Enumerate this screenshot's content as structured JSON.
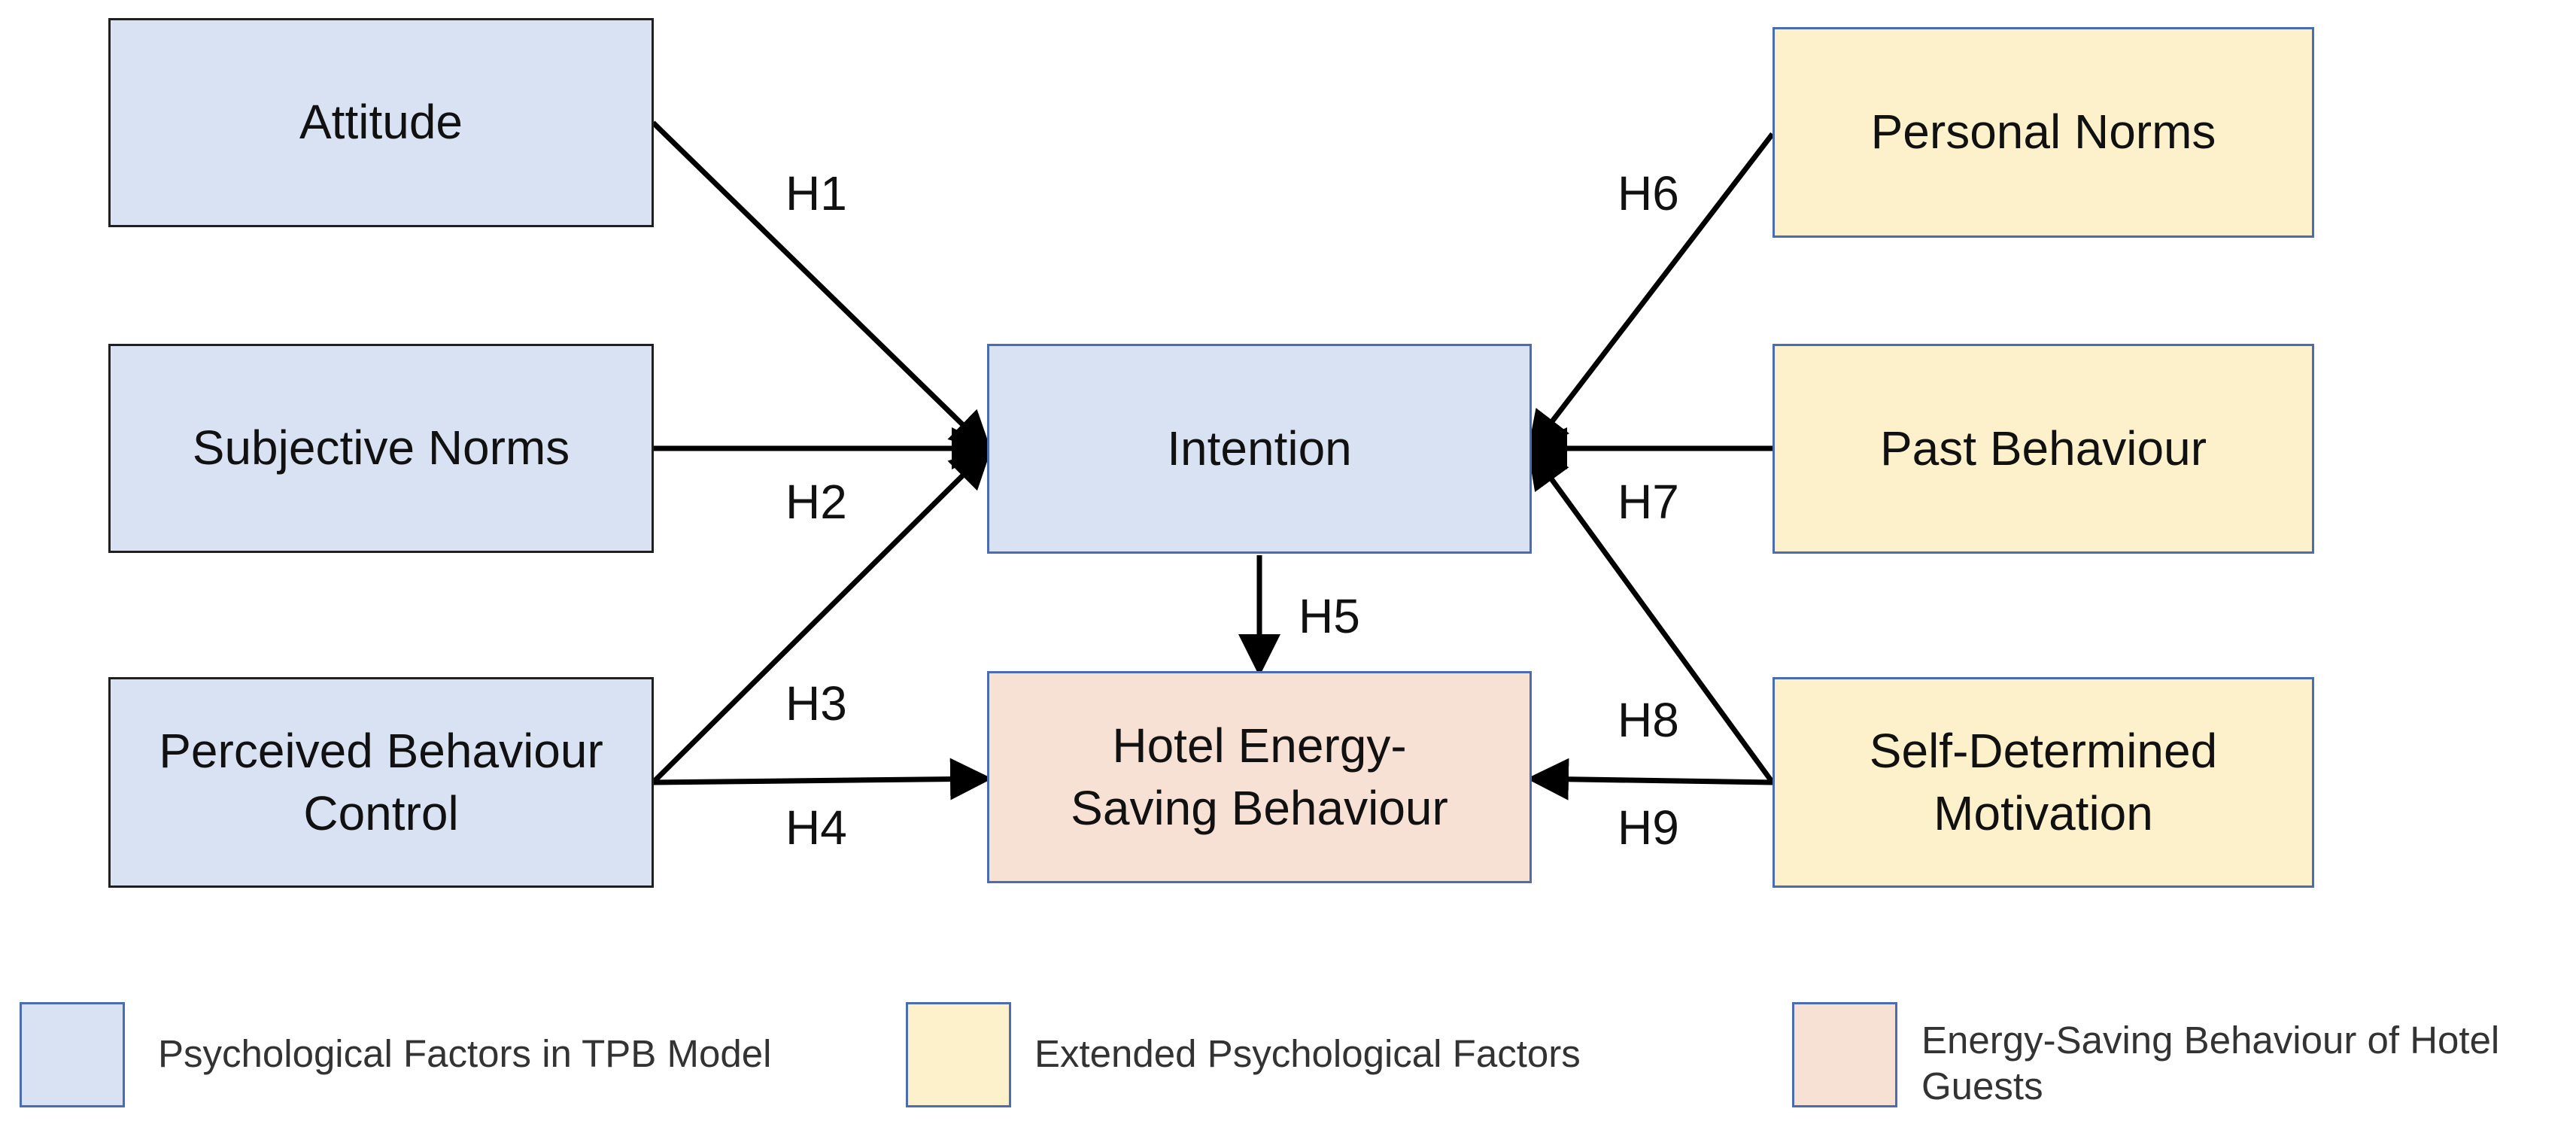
{
  "nodes": {
    "attitude": "Attitude",
    "subjective_norms": "Subjective Norms",
    "perceived_behaviour_control": "Perceived Behaviour Control",
    "intention": "Intention",
    "behaviour": "Hotel Energy-Saving Behaviour",
    "personal_norms": "Personal Norms",
    "past_behaviour": "Past Behaviour",
    "self_determined_motivation": "Self-Determined Motivation"
  },
  "hypotheses": {
    "h1": "H1",
    "h2": "H2",
    "h3": "H3",
    "h4": "H4",
    "h5": "H5",
    "h6": "H6",
    "h7": "H7",
    "h8": "H8",
    "h9": "H9"
  },
  "edges": [
    {
      "id": "h1",
      "from": "attitude",
      "to": "intention"
    },
    {
      "id": "h2",
      "from": "subjective_norms",
      "to": "intention"
    },
    {
      "id": "h3",
      "from": "perceived_behaviour_control",
      "to": "intention"
    },
    {
      "id": "h4",
      "from": "perceived_behaviour_control",
      "to": "behaviour"
    },
    {
      "id": "h5",
      "from": "intention",
      "to": "behaviour"
    },
    {
      "id": "h6",
      "from": "personal_norms",
      "to": "intention"
    },
    {
      "id": "h7",
      "from": "past_behaviour",
      "to": "intention"
    },
    {
      "id": "h8",
      "from": "self_determined_motivation",
      "to": "intention"
    },
    {
      "id": "h9",
      "from": "self_determined_motivation",
      "to": "behaviour"
    }
  ],
  "legend": {
    "tpb": "Psychological Factors in TPB Model",
    "extended": "Extended Psychological Factors",
    "behaviour": "Energy-Saving Behaviour of Hotel Guests"
  },
  "colors": {
    "tpb_fill": "#d9e2f3",
    "extended_fill": "#fdf1cc",
    "behaviour_fill": "#f7e0d4",
    "border_blue": "#4a6cb3",
    "arrow": "#000000"
  }
}
